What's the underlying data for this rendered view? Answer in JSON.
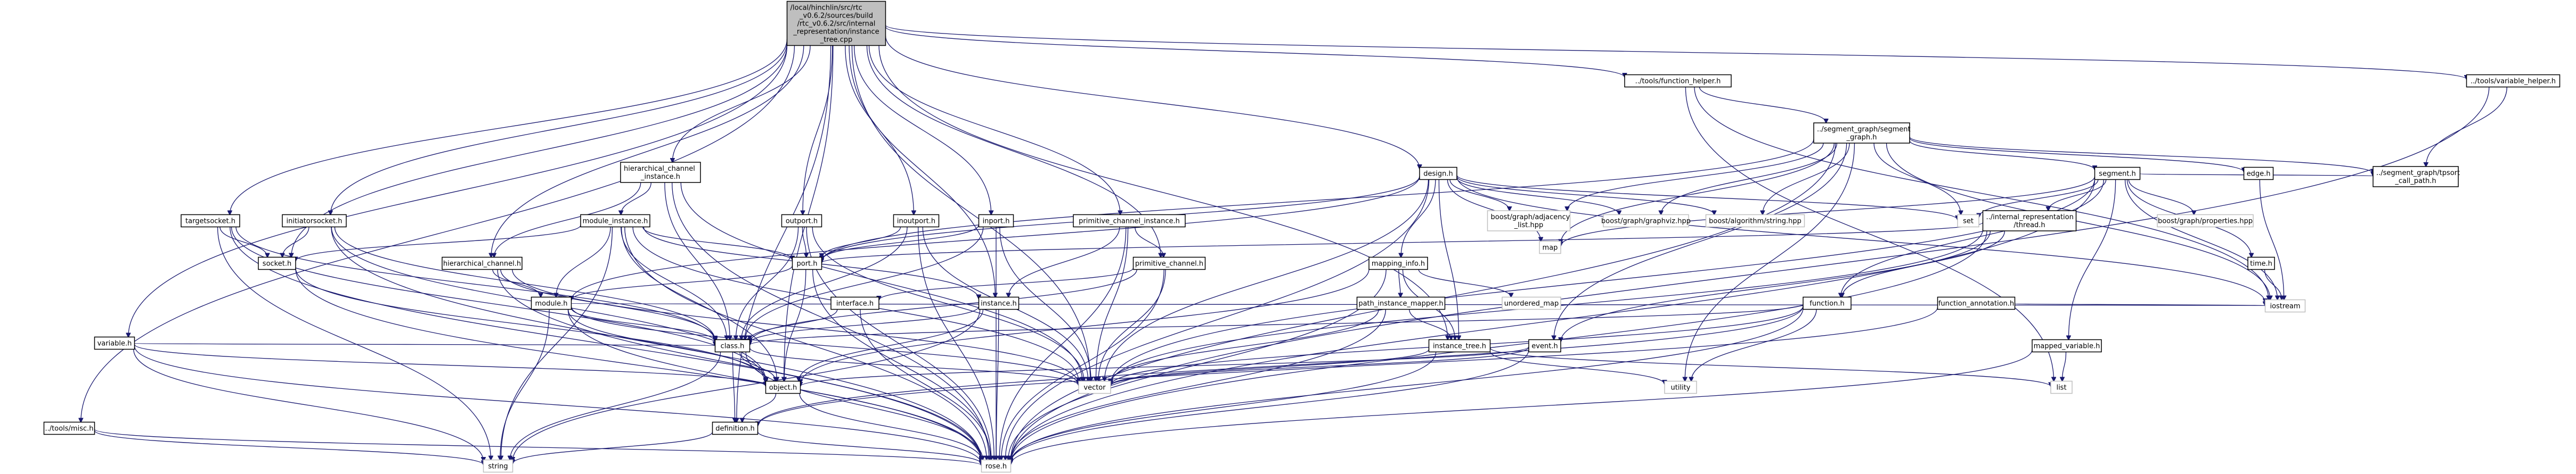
{
  "nodes": [
    {
      "id": "root",
      "lines": [
        "/local/hinchlin/src/rtc",
        "_v0.6.2/sources/build",
        "/rtc_v0.6.2/src/internal",
        "_representation/instance",
        "_tree.cpp"
      ],
      "root": true
    },
    {
      "id": "function_helper",
      "lines": [
        "../tools/function_helper.h"
      ]
    },
    {
      "id": "variable_helper",
      "lines": [
        "../tools/variable_helper.h"
      ]
    },
    {
      "id": "segment_graph",
      "lines": [
        "../segment_graph/segment",
        "_graph.h"
      ]
    },
    {
      "id": "call_path",
      "lines": [
        "../segment_graph/tpsort",
        "_call_path.h"
      ]
    },
    {
      "id": "hier_inst",
      "lines": [
        "hierarchical_channel",
        "_instance.h"
      ]
    },
    {
      "id": "design",
      "lines": [
        "design.h"
      ]
    },
    {
      "id": "segment",
      "lines": [
        "segment.h"
      ]
    },
    {
      "id": "edge",
      "lines": [
        "edge.h"
      ]
    },
    {
      "id": "targetsocket",
      "lines": [
        "targetsocket.h"
      ]
    },
    {
      "id": "initiatorsocket",
      "lines": [
        "initiatorsocket.h"
      ]
    },
    {
      "id": "module_instance",
      "lines": [
        "module_instance.h"
      ]
    },
    {
      "id": "outport",
      "lines": [
        "outport.h"
      ]
    },
    {
      "id": "inoutport",
      "lines": [
        "inoutport.h"
      ]
    },
    {
      "id": "inport",
      "lines": [
        "inport.h"
      ]
    },
    {
      "id": "prim_inst",
      "lines": [
        "primitive_channel_instance.h"
      ]
    },
    {
      "id": "adj_list",
      "lines": [
        "boost/graph/adjacency",
        "_list.hpp"
      ],
      "plain": true
    },
    {
      "id": "graphviz",
      "lines": [
        "boost/graph/graphviz.hpp"
      ],
      "plain": true
    },
    {
      "id": "algo_string",
      "lines": [
        "boost/algorithm/string.hpp"
      ],
      "plain": true
    },
    {
      "id": "set",
      "lines": [
        "set"
      ],
      "plain": true
    },
    {
      "id": "ir_thread",
      "lines": [
        "../internal_representation",
        "/thread.h"
      ]
    },
    {
      "id": "properties",
      "lines": [
        "boost/graph/properties.hpp"
      ],
      "plain": true
    },
    {
      "id": "map",
      "lines": [
        "map"
      ],
      "plain": true
    },
    {
      "id": "socket",
      "lines": [
        "socket.h"
      ]
    },
    {
      "id": "hier_chan",
      "lines": [
        "hierarchical_channel.h"
      ]
    },
    {
      "id": "port",
      "lines": [
        "port.h"
      ]
    },
    {
      "id": "prim_chan",
      "lines": [
        "primitive_channel.h"
      ]
    },
    {
      "id": "mapping_info",
      "lines": [
        "mapping_info.h"
      ]
    },
    {
      "id": "time",
      "lines": [
        "time.h"
      ]
    },
    {
      "id": "module",
      "lines": [
        "module.h"
      ]
    },
    {
      "id": "interface",
      "lines": [
        "interface.h"
      ]
    },
    {
      "id": "instance",
      "lines": [
        "instance.h"
      ]
    },
    {
      "id": "unordered_map",
      "lines": [
        "unordered_map"
      ],
      "plain": true
    },
    {
      "id": "path_mapper",
      "lines": [
        "path_instance_mapper.h"
      ]
    },
    {
      "id": "function",
      "lines": [
        "function.h"
      ]
    },
    {
      "id": "function_annotation",
      "lines": [
        "function_annotation.h"
      ]
    },
    {
      "id": "iostream",
      "lines": [
        "iostream"
      ],
      "plain": true
    },
    {
      "id": "variable",
      "lines": [
        "variable.h"
      ]
    },
    {
      "id": "class",
      "lines": [
        "class.h"
      ]
    },
    {
      "id": "instance_tree",
      "lines": [
        "instance_tree.h"
      ]
    },
    {
      "id": "event",
      "lines": [
        "event.h"
      ]
    },
    {
      "id": "mapped_variable",
      "lines": [
        "mapped_variable.h"
      ]
    },
    {
      "id": "vector",
      "lines": [
        "vector"
      ],
      "plain": true
    },
    {
      "id": "utility",
      "lines": [
        "utility"
      ],
      "plain": true
    },
    {
      "id": "list",
      "lines": [
        "list"
      ],
      "plain": true
    },
    {
      "id": "object",
      "lines": [
        "object.h"
      ]
    },
    {
      "id": "misc",
      "lines": [
        "../tools/misc.h"
      ]
    },
    {
      "id": "definition",
      "lines": [
        "definition.h"
      ]
    },
    {
      "id": "string",
      "lines": [
        "string"
      ],
      "plain": true
    },
    {
      "id": "rose",
      "lines": [
        "rose.h"
      ],
      "plain": true
    }
  ],
  "edges": [
    [
      "root",
      "function_helper"
    ],
    [
      "root",
      "variable_helper"
    ],
    [
      "root",
      "hier_inst"
    ],
    [
      "root",
      "design"
    ],
    [
      "root",
      "targetsocket"
    ],
    [
      "root",
      "initiatorsocket"
    ],
    [
      "root",
      "outport"
    ],
    [
      "root",
      "inoutport"
    ],
    [
      "root",
      "inport"
    ],
    [
      "root",
      "prim_inst"
    ],
    [
      "root",
      "hier_chan"
    ],
    [
      "root",
      "socket"
    ],
    [
      "root",
      "prim_chan"
    ],
    [
      "root",
      "instance"
    ],
    [
      "root",
      "variable"
    ],
    [
      "root",
      "instance_tree"
    ],
    [
      "root",
      "object"
    ],
    [
      "root",
      "misc"
    ],
    [
      "root",
      "vector"
    ],
    [
      "root",
      "definition"
    ],
    [
      "function_helper",
      "segment_graph"
    ],
    [
      "function_helper",
      "list"
    ],
    [
      "function_helper",
      "iostream"
    ],
    [
      "variable_helper",
      "call_path"
    ],
    [
      "variable_helper",
      "rose"
    ],
    [
      "segment_graph",
      "segment"
    ],
    [
      "segment_graph",
      "edge"
    ],
    [
      "segment_graph",
      "adj_list"
    ],
    [
      "segment_graph",
      "graphviz"
    ],
    [
      "segment_graph",
      "algo_string"
    ],
    [
      "segment_graph",
      "set"
    ],
    [
      "segment_graph",
      "map"
    ],
    [
      "segment_graph",
      "call_path"
    ],
    [
      "segment_graph",
      "iostream"
    ],
    [
      "segment_graph",
      "utility"
    ],
    [
      "segment_graph",
      "rose"
    ],
    [
      "segment_graph",
      "port"
    ],
    [
      "segment_graph",
      "event"
    ],
    [
      "design",
      "adj_list"
    ],
    [
      "design",
      "graphviz"
    ],
    [
      "design",
      "algo_string"
    ],
    [
      "design",
      "set"
    ],
    [
      "design",
      "map"
    ],
    [
      "design",
      "port"
    ],
    [
      "design",
      "mapping_info"
    ],
    [
      "design",
      "instance_tree"
    ],
    [
      "design",
      "vector"
    ],
    [
      "design",
      "rose"
    ],
    [
      "design",
      "iostream"
    ],
    [
      "design",
      "module"
    ],
    [
      "segment",
      "set"
    ],
    [
      "segment",
      "ir_thread"
    ],
    [
      "segment",
      "properties"
    ],
    [
      "segment",
      "map"
    ],
    [
      "segment",
      "time"
    ],
    [
      "segment",
      "call_path"
    ],
    [
      "segment",
      "mapped_variable"
    ],
    [
      "segment",
      "iostream"
    ],
    [
      "segment",
      "vector"
    ],
    [
      "segment",
      "rose"
    ],
    [
      "segment",
      "function"
    ],
    [
      "edge",
      "iostream"
    ],
    [
      "ir_thread",
      "function"
    ],
    [
      "ir_thread",
      "port"
    ],
    [
      "ir_thread",
      "vector"
    ],
    [
      "ir_thread",
      "rose"
    ],
    [
      "ir_thread",
      "event"
    ],
    [
      "hier_inst",
      "module_instance"
    ],
    [
      "hier_inst",
      "hier_chan"
    ],
    [
      "hier_inst",
      "class"
    ],
    [
      "hier_inst",
      "vector"
    ],
    [
      "hier_inst",
      "rose"
    ],
    [
      "module_instance",
      "socket"
    ],
    [
      "module_instance",
      "port"
    ],
    [
      "module_instance",
      "module"
    ],
    [
      "module_instance",
      "instance"
    ],
    [
      "module_instance",
      "class"
    ],
    [
      "module_instance",
      "vector"
    ],
    [
      "module_instance",
      "object"
    ],
    [
      "module_instance",
      "rose"
    ],
    [
      "module_instance",
      "string"
    ],
    [
      "targetsocket",
      "socket"
    ],
    [
      "targetsocket",
      "class"
    ],
    [
      "targetsocket",
      "object"
    ],
    [
      "targetsocket",
      "rose"
    ],
    [
      "targetsocket",
      "string"
    ],
    [
      "initiatorsocket",
      "socket"
    ],
    [
      "initiatorsocket",
      "class"
    ],
    [
      "initiatorsocket",
      "object"
    ],
    [
      "initiatorsocket",
      "rose"
    ],
    [
      "outport",
      "port"
    ],
    [
      "outport",
      "class"
    ],
    [
      "outport",
      "vector"
    ],
    [
      "outport",
      "rose"
    ],
    [
      "inoutport",
      "port"
    ],
    [
      "inoutport",
      "class"
    ],
    [
      "inoutport",
      "vector"
    ],
    [
      "inoutport",
      "rose"
    ],
    [
      "inport",
      "port"
    ],
    [
      "inport",
      "class"
    ],
    [
      "inport",
      "vector"
    ],
    [
      "inport",
      "rose"
    ],
    [
      "prim_inst",
      "prim_chan"
    ],
    [
      "prim_inst",
      "instance"
    ],
    [
      "prim_inst",
      "vector"
    ],
    [
      "prim_inst",
      "rose"
    ],
    [
      "socket",
      "object"
    ],
    [
      "socket",
      "rose"
    ],
    [
      "hier_chan",
      "module"
    ],
    [
      "hier_chan",
      "class"
    ],
    [
      "hier_chan",
      "vector"
    ],
    [
      "hier_chan",
      "rose"
    ],
    [
      "port",
      "module"
    ],
    [
      "port",
      "object"
    ],
    [
      "port",
      "rose"
    ],
    [
      "prim_chan",
      "interface"
    ],
    [
      "prim_chan",
      "class"
    ],
    [
      "prim_chan",
      "vector"
    ],
    [
      "prim_chan",
      "rose"
    ],
    [
      "mapping_info",
      "path_mapper"
    ],
    [
      "mapping_info",
      "unordered_map"
    ],
    [
      "mapping_info",
      "instance_tree"
    ],
    [
      "mapping_info",
      "rose"
    ],
    [
      "mapping_info",
      "object"
    ],
    [
      "time",
      "iostream"
    ],
    [
      "module",
      "class"
    ],
    [
      "module",
      "vector"
    ],
    [
      "module",
      "object"
    ],
    [
      "module",
      "rose"
    ],
    [
      "module",
      "string"
    ],
    [
      "module",
      "iostream"
    ],
    [
      "interface",
      "class"
    ],
    [
      "interface",
      "rose"
    ],
    [
      "instance",
      "class"
    ],
    [
      "instance",
      "object"
    ],
    [
      "instance",
      "rose"
    ],
    [
      "instance",
      "string"
    ],
    [
      "path_mapper",
      "instance_tree"
    ],
    [
      "path_mapper",
      "vector"
    ],
    [
      "path_mapper",
      "rose"
    ],
    [
      "function",
      "class"
    ],
    [
      "function",
      "vector"
    ],
    [
      "function",
      "utility"
    ],
    [
      "function",
      "definition"
    ],
    [
      "function",
      "rose"
    ],
    [
      "function_annotation",
      "definition"
    ],
    [
      "function_annotation",
      "iostream"
    ],
    [
      "variable",
      "class"
    ],
    [
      "variable",
      "object"
    ],
    [
      "variable",
      "rose"
    ],
    [
      "variable",
      "string"
    ],
    [
      "class",
      "vector"
    ],
    [
      "class",
      "definition"
    ],
    [
      "class",
      "object"
    ],
    [
      "class",
      "string"
    ],
    [
      "class",
      "rose"
    ],
    [
      "instance_tree",
      "vector"
    ],
    [
      "instance_tree",
      "list"
    ],
    [
      "instance_tree",
      "rose"
    ],
    [
      "instance_tree",
      "utility"
    ],
    [
      "event",
      "vector"
    ],
    [
      "event",
      "object"
    ],
    [
      "event",
      "rose"
    ],
    [
      "mapped_variable",
      "list"
    ],
    [
      "mapped_variable",
      "rose"
    ],
    [
      "object",
      "definition"
    ],
    [
      "object",
      "rose"
    ],
    [
      "misc",
      "rose"
    ],
    [
      "misc",
      "string"
    ],
    [
      "definition",
      "string"
    ],
    [
      "definition",
      "rose"
    ]
  ]
}
